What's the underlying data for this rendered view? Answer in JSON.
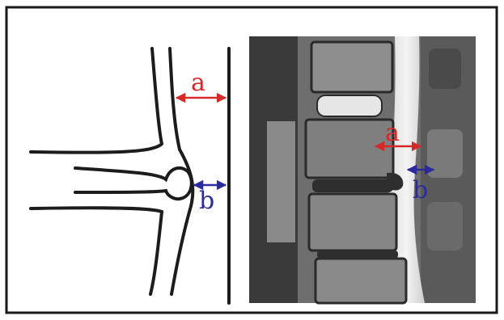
{
  "labels": {
    "diagram_a": "a",
    "diagram_b": "b",
    "mri_a": "a",
    "mri_b": "b"
  },
  "colors": {
    "label_a": "#d42a2a",
    "label_b": "#2b2b9c",
    "line": "#1c1c1c",
    "frame": "#1a1a1a"
  }
}
